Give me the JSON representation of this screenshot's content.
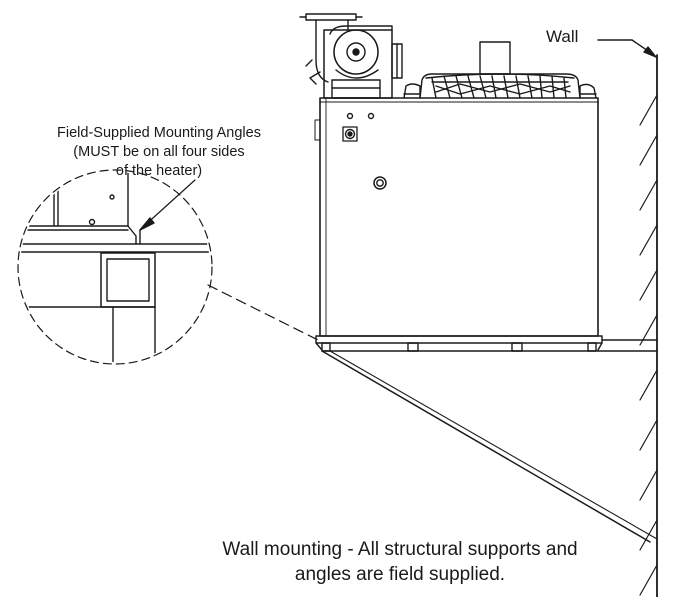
{
  "labels": {
    "wall": "Wall",
    "callout": [
      "Field-Supplied Mounting Angles",
      "(MUST be on all four sides",
      "of the heater)"
    ],
    "caption": [
      "Wall mounting - All structural supports and",
      "angles are field supplied."
    ]
  },
  "colors": {
    "line": "#1a1a1a",
    "background": "#ffffff"
  }
}
